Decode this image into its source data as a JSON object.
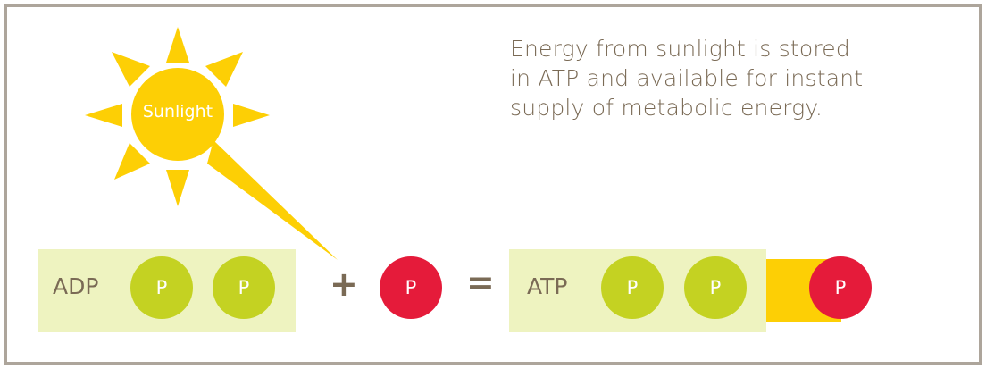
{
  "caption": {
    "line1": "Energy from sunlight is stored",
    "line2": "in ATP and available for instant",
    "line3": "supply of metabolic energy."
  },
  "sun": {
    "label": "Sunlight",
    "icon": "sun-icon",
    "color": "#FDCF05"
  },
  "equation": {
    "adp": {
      "label": "ADP",
      "phosphates": [
        "P",
        "P"
      ]
    },
    "plus": "+",
    "free_phosphate": "P",
    "equals": "=",
    "atp": {
      "label": "ATP",
      "phosphates": [
        "P",
        "P"
      ],
      "high_energy_phosphate": "P"
    }
  },
  "colors": {
    "text": "#7A6A55",
    "box_bg": "#EEF3C0",
    "phosphate_green": "#C4D222",
    "phosphate_red": "#E51B3A",
    "sun_yellow": "#FDCF05",
    "frame": "#ADA59B"
  }
}
